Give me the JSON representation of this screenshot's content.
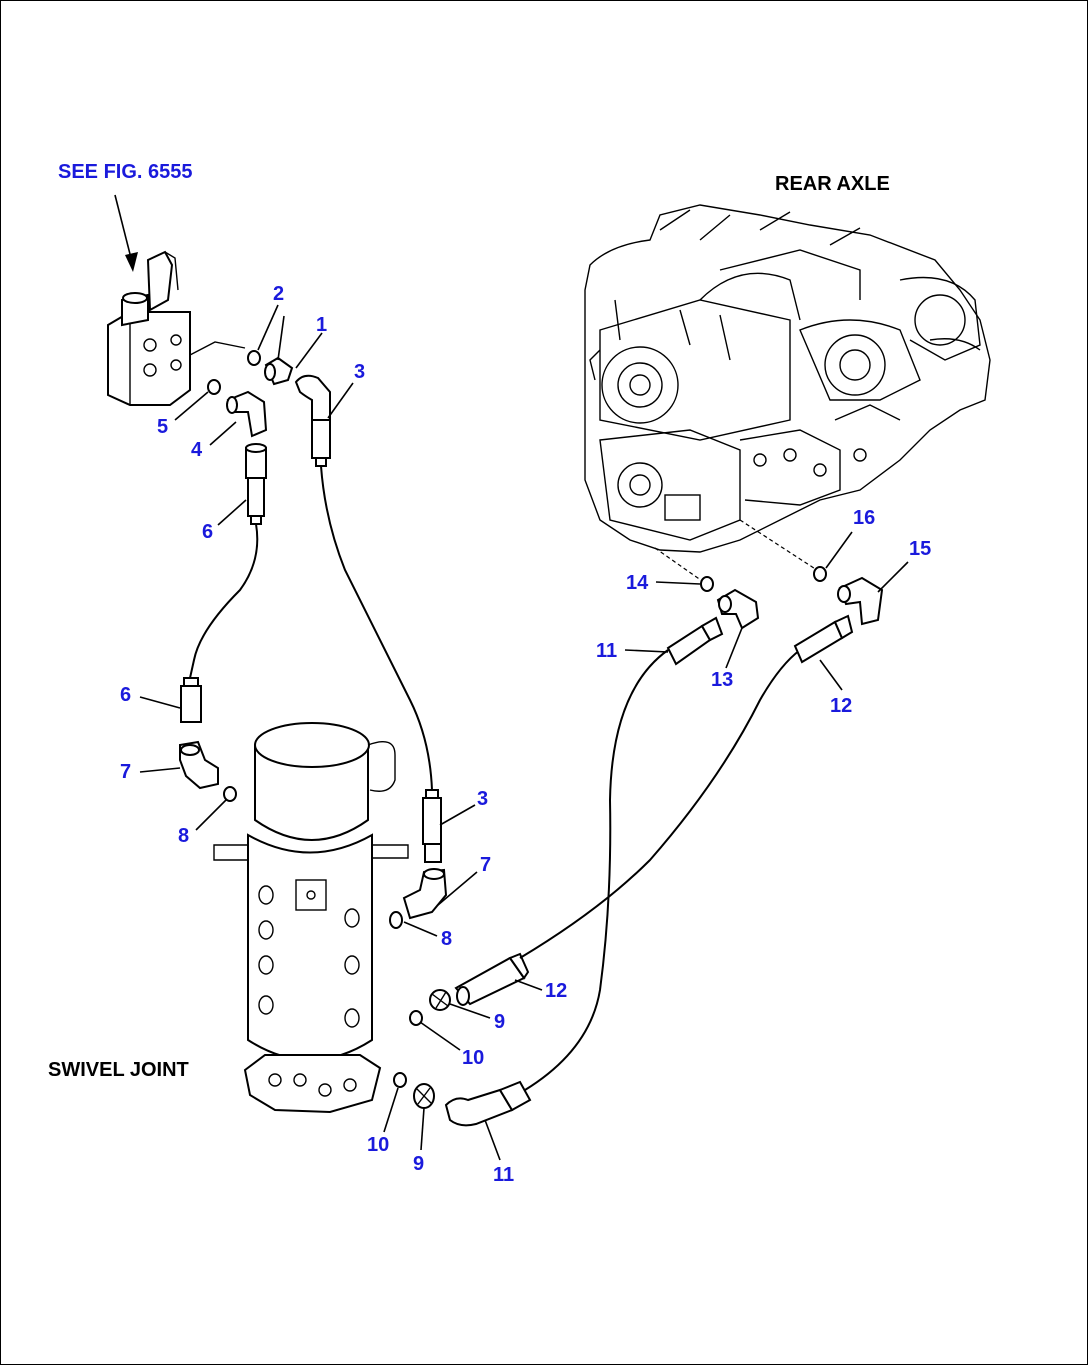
{
  "captions": {
    "see_fig": "SEE FIG. 6555",
    "rear_axle": "REAR AXLE",
    "swivel_joint": "SWIVEL JOINT"
  },
  "callouts": [
    "1",
    "2",
    "3",
    "4",
    "5",
    "6",
    "7",
    "8",
    "9",
    "10",
    "11",
    "12",
    "13",
    "14",
    "15",
    "16"
  ],
  "colors": {
    "callout": "#1a1adc",
    "caption": "#000000",
    "line": "#000000"
  }
}
